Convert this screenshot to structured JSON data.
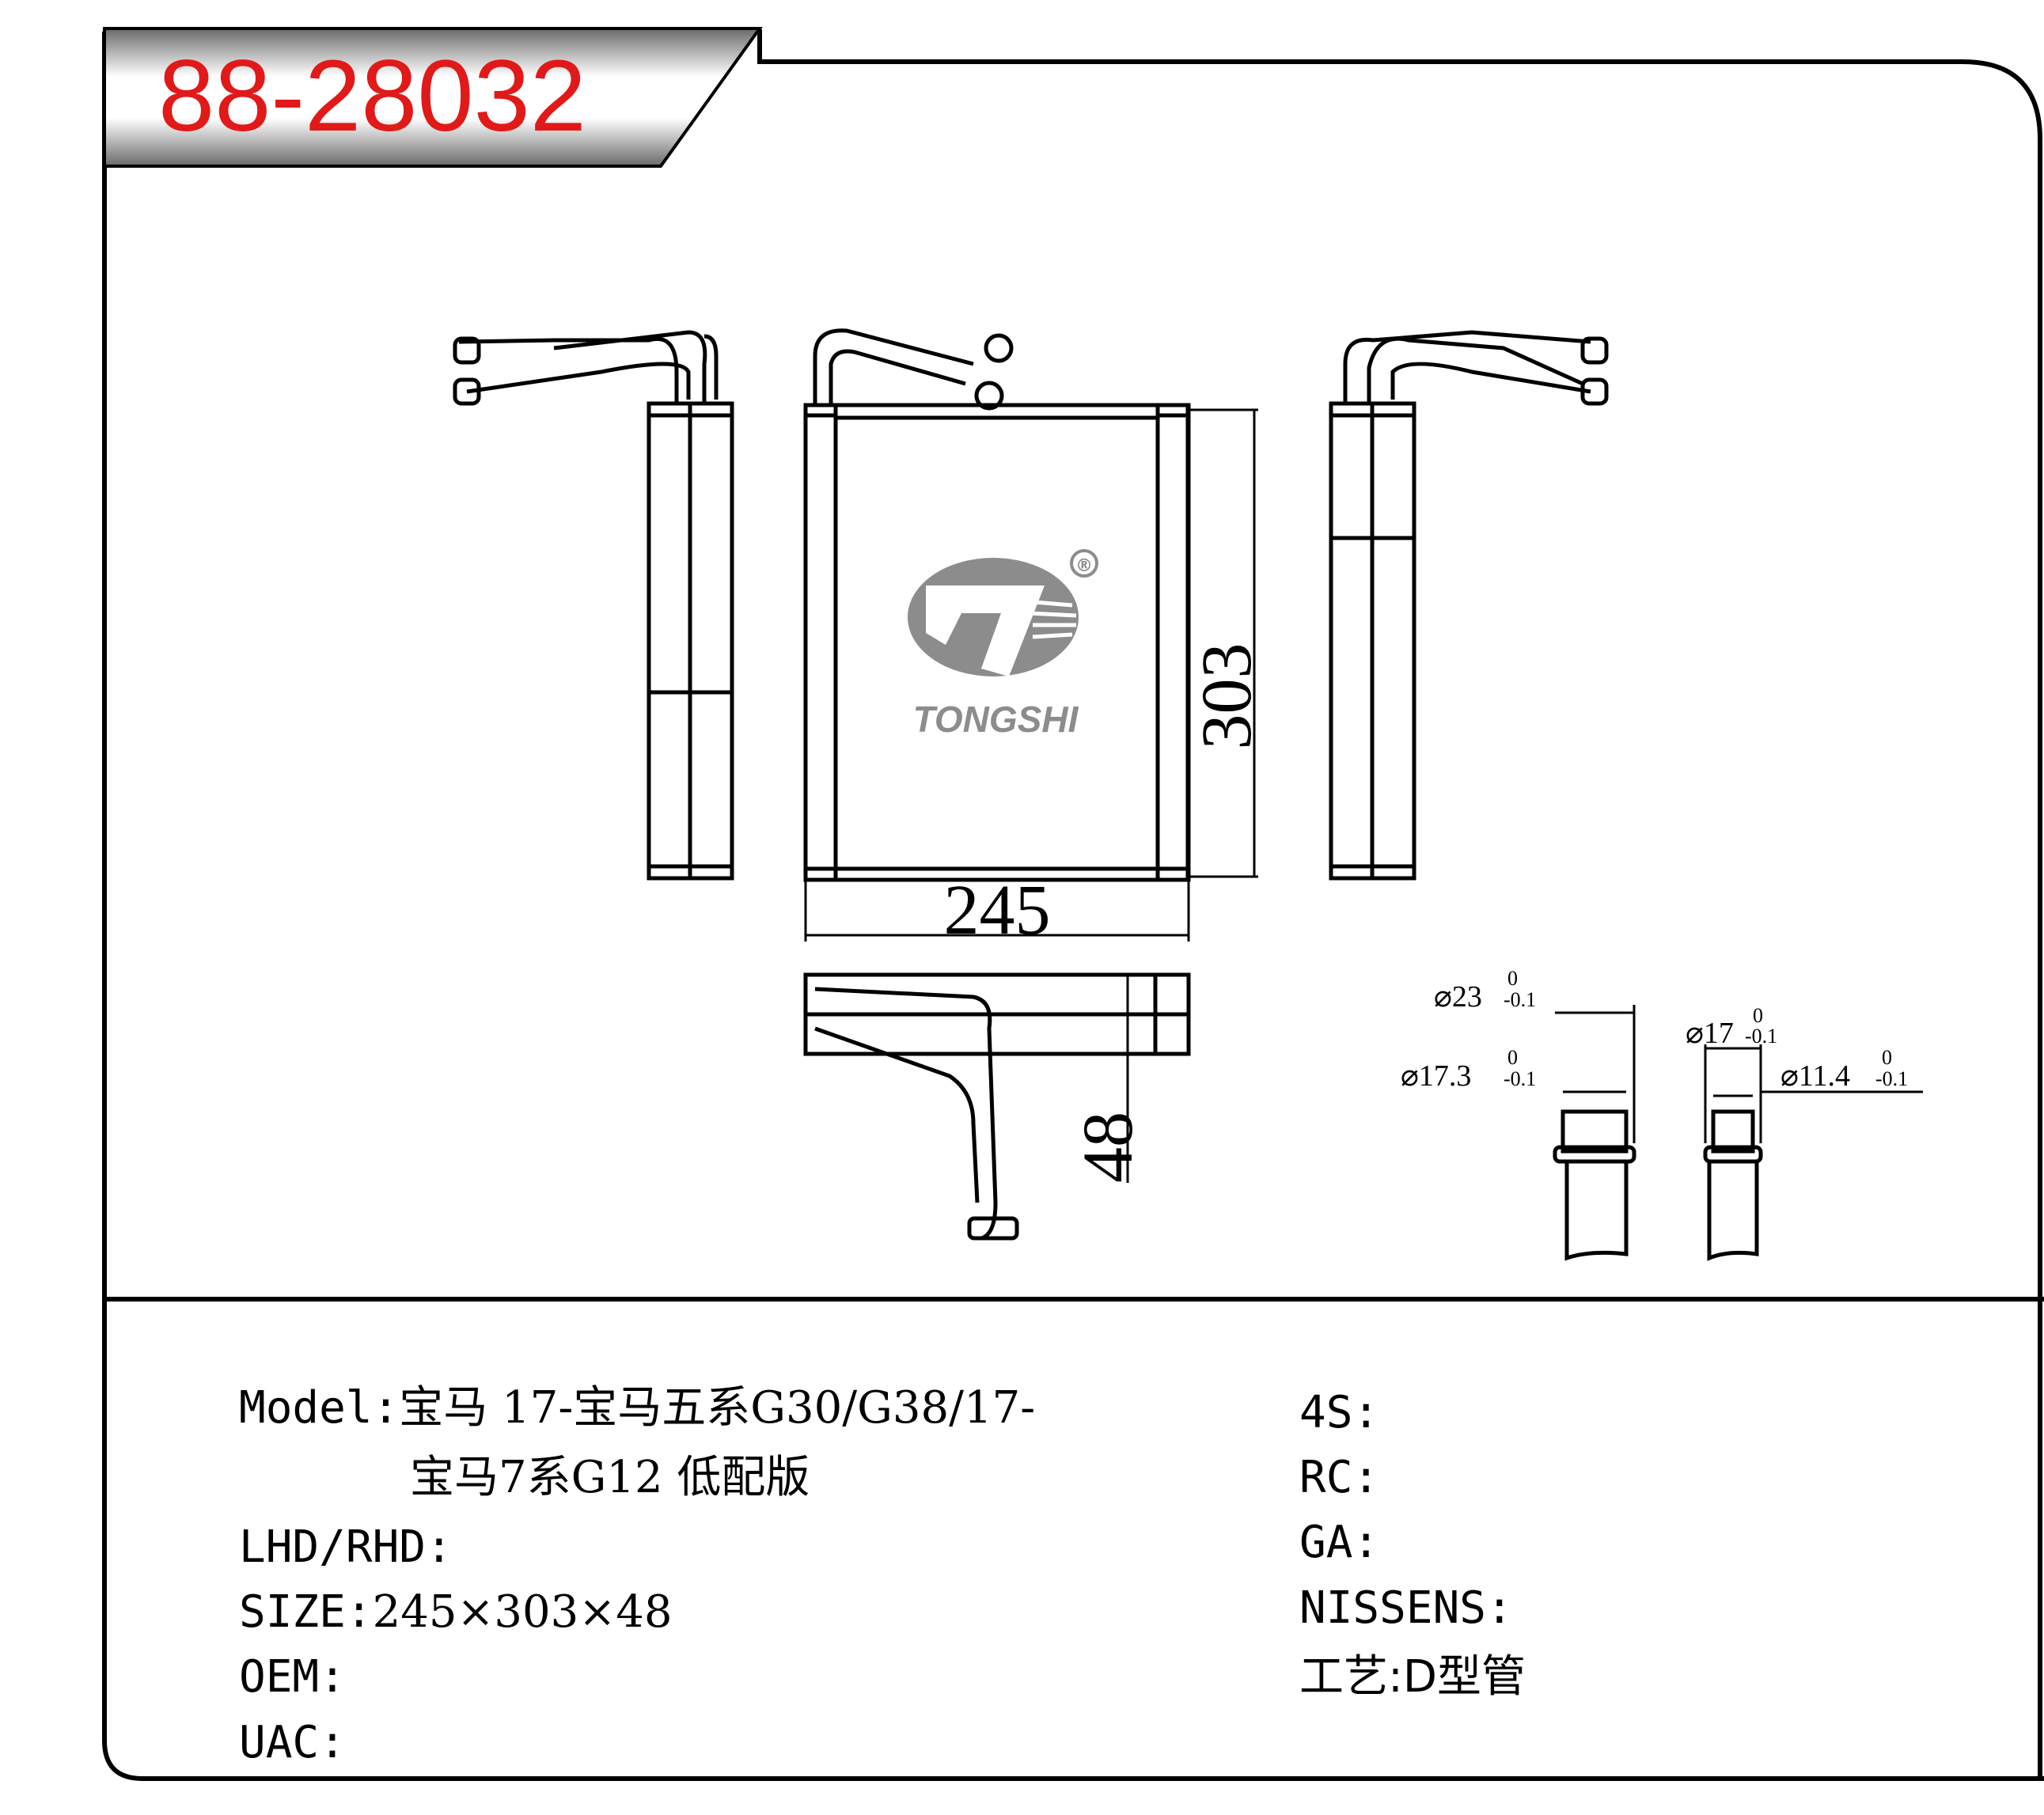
{
  "part_number": "88-28032",
  "brand": "TONGSHI",
  "registered_mark": "®",
  "drawing": {
    "width_dim": "245",
    "height_dim": "303",
    "depth_dim": "48",
    "pipe_large_outer": "⌀23",
    "pipe_large_inner": "⌀17.3",
    "pipe_small_outer": "⌀17",
    "pipe_small_inner": "⌀11.4",
    "tol_upper": "0",
    "tol_lower": "-0.1"
  },
  "specs_left": [
    {
      "label": "Model:",
      "value": "宝马 17-宝马五系G30/G38/17-"
    },
    {
      "label": "",
      "value": "宝马7系G12 低配版"
    },
    {
      "label": "LHD/RHD:",
      "value": ""
    },
    {
      "label": "SIZE:",
      "value": "245×303×48"
    },
    {
      "label": "OEM:",
      "value": ""
    },
    {
      "label": "UAC:",
      "value": ""
    }
  ],
  "specs_right": [
    {
      "label": "4S:",
      "value": ""
    },
    {
      "label": "RC:",
      "value": ""
    },
    {
      "label": "GA:",
      "value": ""
    },
    {
      "label": "NISSENS:",
      "value": ""
    },
    {
      "label": "工艺:",
      "value": "D型管"
    }
  ],
  "colors": {
    "accent": "#e11919",
    "logo_gray": "#8c8c8c",
    "line": "#000000"
  }
}
